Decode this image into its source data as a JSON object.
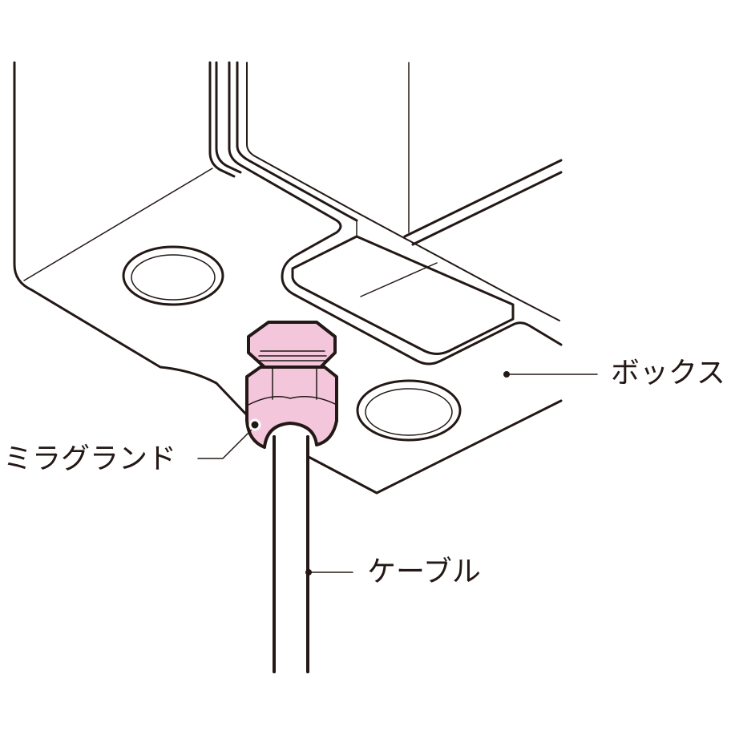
{
  "labels": {
    "box": "ボックス",
    "gland": "ミラグランド",
    "cable": "ケーブル"
  },
  "colors": {
    "line": "#231815",
    "gland_fill": "#f3c6dc",
    "background": "#ffffff"
  }
}
